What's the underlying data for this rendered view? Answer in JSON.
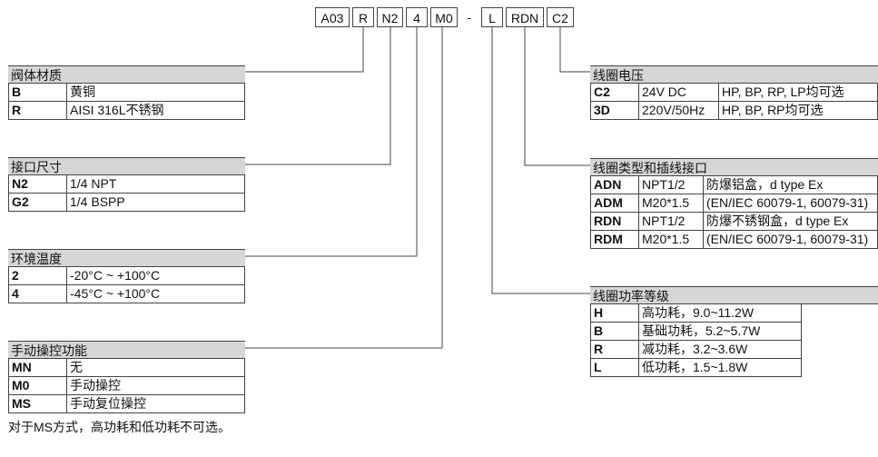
{
  "model_code": {
    "segments": [
      "A03",
      "R",
      "N2",
      "4",
      "M0",
      "-",
      "L",
      "RDN",
      "C2"
    ]
  },
  "tables": {
    "body_material": {
      "title": "阀体材质",
      "rows": [
        {
          "code": "B",
          "desc": "黄铜"
        },
        {
          "code": "R",
          "desc": "AISI 316L不锈钢"
        }
      ]
    },
    "port_size": {
      "title": "接口尺寸",
      "rows": [
        {
          "code": "N2",
          "desc": "1/4 NPT"
        },
        {
          "code": "G2",
          "desc": "1/4 BSPP"
        }
      ]
    },
    "ambient_temp": {
      "title": "环境温度",
      "rows": [
        {
          "code": "2",
          "desc": "-20°C ~ +100°C"
        },
        {
          "code": "4",
          "desc": "-45°C ~ +100°C"
        }
      ]
    },
    "manual_override": {
      "title": "手动操控功能",
      "rows": [
        {
          "code": "MN",
          "desc": "无"
        },
        {
          "code": "M0",
          "desc": "手动操控"
        },
        {
          "code": "MS",
          "desc": "手动复位操控"
        }
      ]
    },
    "coil_voltage": {
      "title": "线圈电压",
      "rows": [
        {
          "code": "C2",
          "voltage": "24V DC",
          "options": "HP, BP, RP, LP均可选"
        },
        {
          "code": "3D",
          "voltage": "220V/50Hz",
          "options": "HP, BP, RP均可选"
        }
      ]
    },
    "coil_type": {
      "title": "线圈类型和插线接口",
      "rows": [
        {
          "code": "ADN",
          "conn": "NPT1/2",
          "desc": "防爆铝盒，d type Ex"
        },
        {
          "code": "ADM",
          "conn": "M20*1.5",
          "desc": "(EN/IEC 60079-1, 60079-31)"
        },
        {
          "code": "RDN",
          "conn": "NPT1/2",
          "desc": "防爆不锈钢盒，d type Ex"
        },
        {
          "code": "RDM",
          "conn": "M20*1.5",
          "desc": "(EN/IEC 60079-1, 60079-31)"
        }
      ]
    },
    "coil_power": {
      "title": "线圈功率等级",
      "rows": [
        {
          "code": "H",
          "desc": "高功耗，9.0~11.2W"
        },
        {
          "code": "B",
          "desc": "基础功耗，5.2~5.7W"
        },
        {
          "code": "R",
          "desc": "减功耗，3.2~3.6W"
        },
        {
          "code": "L",
          "desc": "低功耗，1.5~1.8W"
        }
      ]
    }
  },
  "note": "对于MS方式，高功耗和低功耗不可选。"
}
